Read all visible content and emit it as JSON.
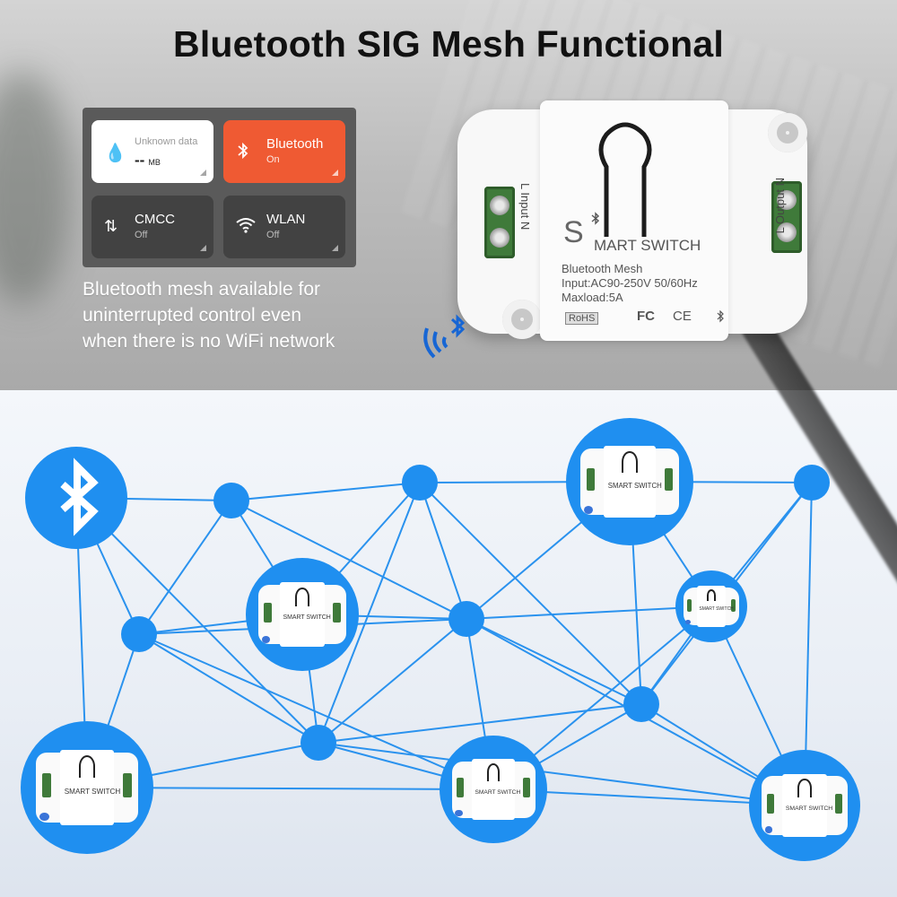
{
  "title": "Bluetooth SIG Mesh Functional",
  "tiles": [
    {
      "name": "Unknown data",
      "status": "--",
      "unit": "MB",
      "icon": "water-drop-icon"
    },
    {
      "name": "Bluetooth",
      "status": "On",
      "icon": "bluetooth-icon"
    },
    {
      "name": "CMCC",
      "status": "Off",
      "icon": "data-arrows-icon"
    },
    {
      "name": "WLAN",
      "status": "Off",
      "icon": "wifi-icon"
    }
  ],
  "description": [
    "Bluetooth mesh available for",
    "uninterrupted control even",
    "when there is no WiFi network"
  ],
  "device": {
    "brand_initial": "S",
    "brand_rest": "MART SWITCH",
    "line1": "Bluetooth Mesh",
    "line2": "Input:AC90-250V 50/60Hz",
    "line3": "Maxload:5A",
    "input_label": "L Input N",
    "output_label": "L Output N",
    "certs": [
      "RoHS",
      "FC",
      "CE"
    ]
  },
  "mini_label": "SMART SWITCH",
  "colors": {
    "mesh_blue": "#1f8ff0",
    "tile_orange": "#ef5a33",
    "terminal_green": "#3f7a3a"
  }
}
